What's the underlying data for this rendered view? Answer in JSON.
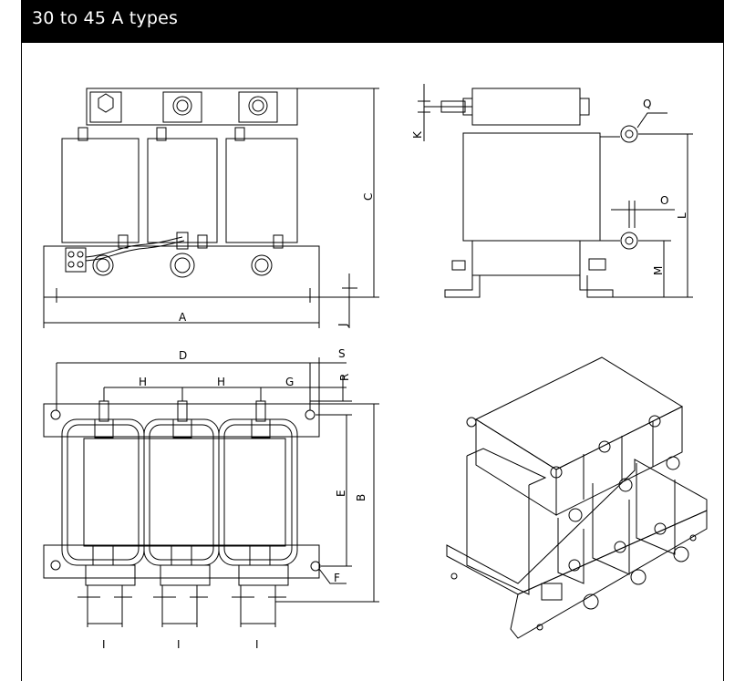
{
  "header": {
    "title": "30 to 45 A types"
  },
  "dimension_labels": {
    "A": "A",
    "B": "B",
    "C": "C",
    "D": "D",
    "E": "E",
    "F": "F",
    "G": "G",
    "H1": "H",
    "H2": "H",
    "I1": "I",
    "I2": "I",
    "I3": "I",
    "J": "J",
    "K": "K",
    "L": "L",
    "M": "M",
    "O": "O",
    "Q": "Q",
    "R": "R",
    "S": "S"
  },
  "colors": {
    "header_bg": "#000000",
    "header_text": "#ffffff",
    "line": "#000000"
  }
}
